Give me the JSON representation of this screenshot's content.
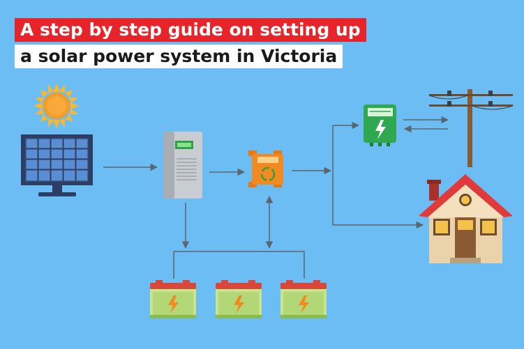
{
  "title": {
    "line1": "A step by step guide on setting up",
    "line2": "a solar power system in Victoria"
  },
  "diagram": {
    "components": [
      "sun-icon",
      "solar-panel",
      "inverter",
      "charge-controller",
      "electricity-meter",
      "power-pole",
      "house",
      "battery",
      "battery",
      "battery"
    ]
  },
  "colors": {
    "background": "#6cbdf3",
    "title_red": "#e8242b",
    "arrow": "#5a6570",
    "battery_green": "#c6e58d",
    "battery_red": "#d9463a",
    "controller_orange": "#f18a21",
    "meter_green": "#2fa84f",
    "roof_red": "#e03a3a"
  }
}
